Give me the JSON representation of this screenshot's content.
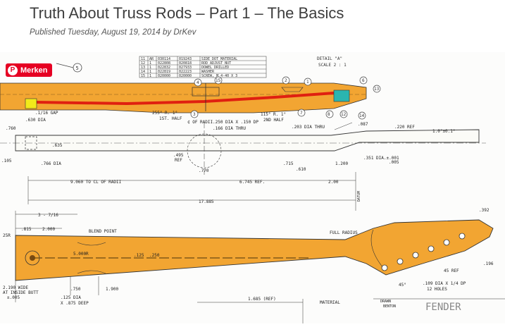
{
  "post": {
    "title": "Truth About Truss Rods – Part 1 – The Basics",
    "byline": "Published Tuesday, August 19, 2014 by DrKev"
  },
  "pin": {
    "label": "Merken"
  },
  "colors": {
    "truss_rod": "#e02010",
    "maple": "#f2a532",
    "nut": "#2bb5b0",
    "adjuster": "#f2ea1a",
    "pin_red": "#e60023"
  },
  "drawing": {
    "parts_table": [
      [
        "11",
        "AR",
        "030114",
        "019243",
        "SIDE DOT MATERIAL"
      ],
      [
        "12",
        "1",
        "022808",
        "020818",
        "ROD ADJUST NUT"
      ],
      [
        "13",
        "1",
        "022832",
        "027933",
        "DOWEL DRILLED"
      ],
      [
        "14",
        "1",
        "022819",
        "022223",
        "WASHER"
      ],
      [
        "15",
        "1",
        "020000",
        "020000",
        "SCREW, M 4-40 X 3"
      ]
    ],
    "detail": "DETAIL \"A\"",
    "scale": "SCALE 2 : 1",
    "balloons": [
      "5",
      "4",
      "15",
      "2",
      "1",
      "6",
      "13",
      "3",
      "7",
      "8",
      "12",
      "14"
    ],
    "side_view": {
      "gap": ".1/16 GAP",
      "d_630": ".630 DIA",
      "d_760": ".760",
      "d_635": ".635",
      "d_105": ".105",
      "d_766": ".766 DIA",
      "radius_1st": "255° R. 1°",
      "radius_1st_sub": "1ST. HALF",
      "cl_radii": "¢ OF RADII",
      "dia_250": ".250 DIA X .150 DP",
      "dia_166": ".166 DIA THRU",
      "radius_2nd": "115° R. 1°",
      "radius_2nd_sub": "2ND HALF",
      "dia_203": ".203 DIA THRU",
      "d_087": ".087",
      "d_220": ".220 REF",
      "angle": "1.0°±0.1°",
      "d_495": ".495",
      "ref": "REF",
      "d_715": ".715",
      "d_610": ".610",
      "d_1200": "1.200",
      "dia_351": ".351 DIA.±.001",
      "dia_351_tol": ".005",
      "d_770": ".770",
      "d_9060": "9.060 TO CL OF RADII",
      "d_6745": "6.745 REF.",
      "d_200": "2.00",
      "d_17885": "17.885",
      "datum": "DATUM"
    },
    "plan_view": {
      "d_3716": "3 - 7/16",
      "d_815": ".815",
      "d_2000": "2.000",
      "r25": "25R",
      "blend": "BLEND POINT",
      "full_radius": "FULL RADIUS",
      "r5000": "5.000R",
      "d_125": ".125",
      "d_250": ".250",
      "d_392": ".392",
      "d_196": ".196",
      "ref_45": "45 REF",
      "dia_109": ".109 DIA X 1/4 DP",
      "holes": "12 HOLES",
      "deg_45": "45°",
      "wide": "2.190 WIDE",
      "butt": "AT INSIDE BUTT",
      "d_005": "±.005",
      "d_750": ".750",
      "d_1900": "1.900",
      "dia_125": ".125 DIA",
      "deep": "X .875 DEEP",
      "d_1685": "1.685 (REF)",
      "material": "MATERIAL",
      "drawn": "DRAWN",
      "drawn_by": "BENTON",
      "brand": "FENDER"
    }
  }
}
